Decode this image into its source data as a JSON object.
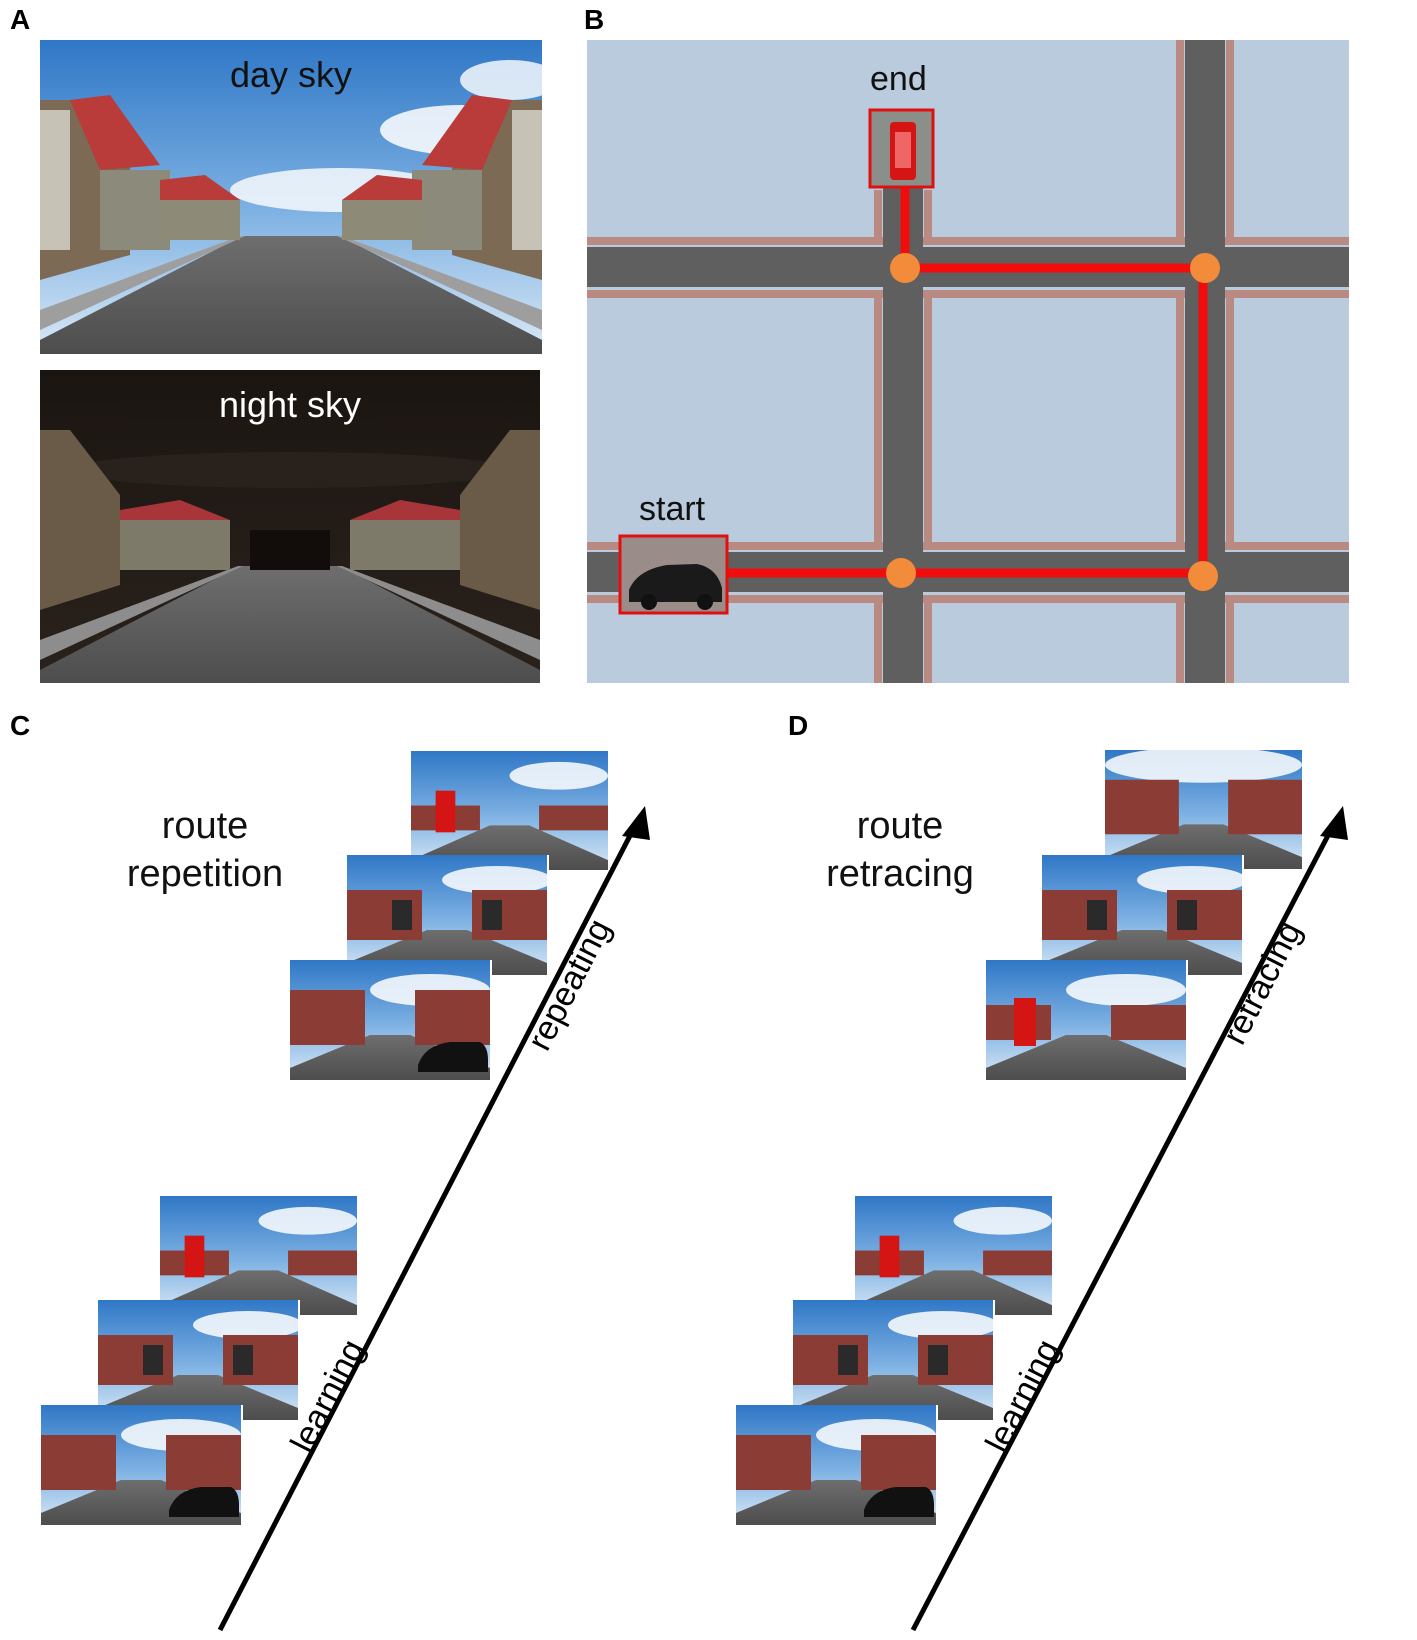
{
  "panels": {
    "A": {
      "letter": "A",
      "day_caption": "day sky",
      "night_caption": "night sky"
    },
    "B": {
      "letter": "B",
      "start_label": "start",
      "end_label": "end"
    },
    "C": {
      "letter": "C",
      "heading_line1": "route",
      "heading_line2": "repetition",
      "lower_label": "learning",
      "upper_label": "repeating"
    },
    "D": {
      "letter": "D",
      "heading_line1": "route",
      "heading_line2": "retracing",
      "lower_label": "learning",
      "upper_label": "retracing"
    }
  },
  "colors": {
    "route": "#f20d0d",
    "waypoint": "#f28c3a",
    "map_block": "#b9cbdc",
    "road": "#5f5f5f",
    "sky_day": "#3f86d0",
    "sky_night": "#1a1410"
  },
  "icons": [
    "car-icon",
    "phone-booth-icon",
    "arrow-head-icon"
  ]
}
